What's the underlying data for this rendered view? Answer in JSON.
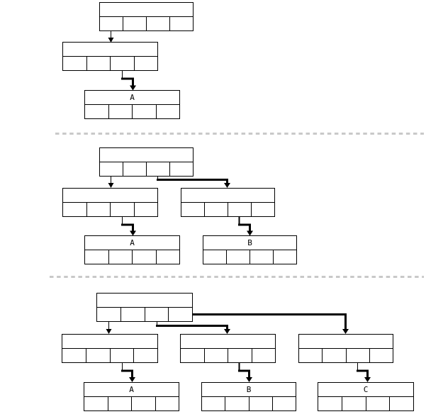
{
  "diagram": {
    "background_color": "#ffffff",
    "line_color": "#000000",
    "divider_color": "#c9c9c9",
    "panels": [
      {
        "name": "stage-1",
        "nodes": [
          {
            "role": "root",
            "label": "",
            "cells": 4
          },
          {
            "role": "internal",
            "label": "",
            "cells": 4
          },
          {
            "role": "leaf",
            "label": "A",
            "cells": 4
          }
        ],
        "edges": [
          {
            "from": "root/cell-1",
            "to": "internal",
            "style": "straight-arrow"
          },
          {
            "from": "internal/cell-3",
            "to": "leaf-A",
            "style": "elbow-arrow"
          }
        ]
      },
      {
        "name": "stage-2",
        "nodes": [
          {
            "role": "root",
            "label": "",
            "cells": 4
          },
          {
            "role": "internal-left",
            "label": "",
            "cells": 4
          },
          {
            "role": "internal-right",
            "label": "",
            "cells": 4
          },
          {
            "role": "leaf",
            "label": "A",
            "cells": 4
          },
          {
            "role": "leaf",
            "label": "B",
            "cells": 4
          }
        ],
        "edges": [
          {
            "from": "root/cell-1",
            "to": "internal-left",
            "style": "straight-arrow"
          },
          {
            "from": "root/cell-3",
            "to": "internal-right",
            "style": "elbow-arrow"
          },
          {
            "from": "internal-left/cell-3",
            "to": "leaf-A",
            "style": "elbow-arrow"
          },
          {
            "from": "internal-right/cell-3",
            "to": "leaf-B",
            "style": "elbow-arrow"
          }
        ]
      },
      {
        "name": "stage-3",
        "nodes": [
          {
            "role": "root",
            "label": "",
            "cells": 4
          },
          {
            "role": "internal-left",
            "label": "",
            "cells": 4
          },
          {
            "role": "internal-middle",
            "label": "",
            "cells": 4
          },
          {
            "role": "internal-right",
            "label": "",
            "cells": 4
          },
          {
            "role": "leaf",
            "label": "A",
            "cells": 4
          },
          {
            "role": "leaf",
            "label": "B",
            "cells": 4
          },
          {
            "role": "leaf",
            "label": "C",
            "cells": 4
          }
        ],
        "edges": [
          {
            "from": "root/cell-1",
            "to": "internal-left",
            "style": "straight-arrow"
          },
          {
            "from": "root/cell-3",
            "to": "internal-middle",
            "style": "elbow-arrow"
          },
          {
            "from": "root/cell-4",
            "to": "internal-right",
            "style": "side-elbow-arrow"
          },
          {
            "from": "internal-left/cell-3",
            "to": "leaf-A",
            "style": "elbow-arrow"
          },
          {
            "from": "internal-middle/cell-3",
            "to": "leaf-B",
            "style": "elbow-arrow"
          },
          {
            "from": "internal-right/cell-3",
            "to": "leaf-C",
            "style": "elbow-arrow"
          }
        ]
      }
    ]
  }
}
